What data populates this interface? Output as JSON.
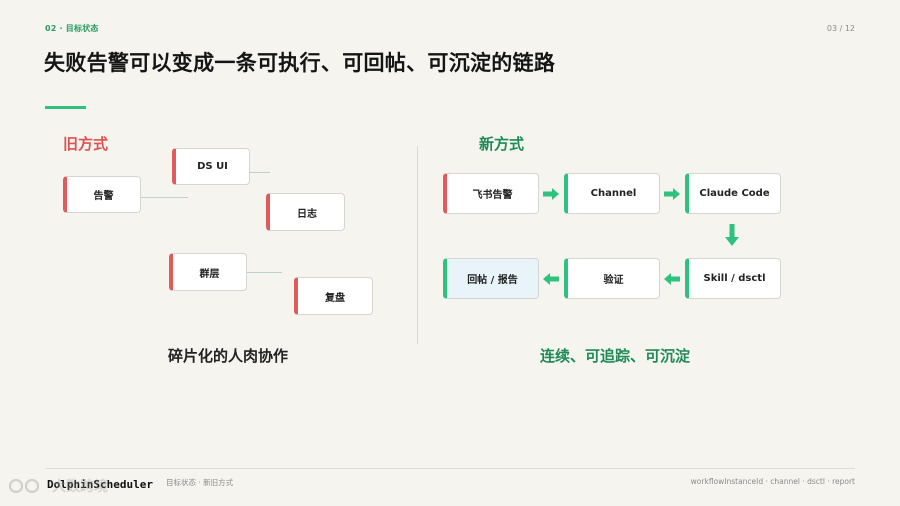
{
  "header": {
    "section_label": "02 · 目标状态",
    "page_number": "03 / 12",
    "title": "失败告警可以变成一条可执行、可回帖、可沉淀的链路"
  },
  "old_way": {
    "title": "旧方式",
    "boxes": {
      "alert": "告警",
      "ds_ui": "DS UI",
      "logs": "日志",
      "group_chat": "群层",
      "review": "复盘"
    },
    "caption": "碎片化的人肉协作"
  },
  "new_way": {
    "title": "新方式",
    "boxes": {
      "feishu_alert": "飞书告警",
      "channel": "Channel",
      "claude_code": "Claude Code",
      "skill_dsctl": "Skill / dsctl",
      "verify": "验证",
      "reply_report": "回帖 / 报告"
    },
    "caption": "连续、可追踪、可沉淀"
  },
  "footer": {
    "logo": "DolphinScheduler",
    "subtitle": "目标状态 · 新旧方式",
    "right_text": "workflowInstanceId · channel · dsctl · report"
  },
  "watermark": {
    "text": "大数跨境"
  },
  "colors": {
    "accent_green": "#2ec27e",
    "accent_red": "#e25b5b",
    "background": "#f5f4ef"
  }
}
